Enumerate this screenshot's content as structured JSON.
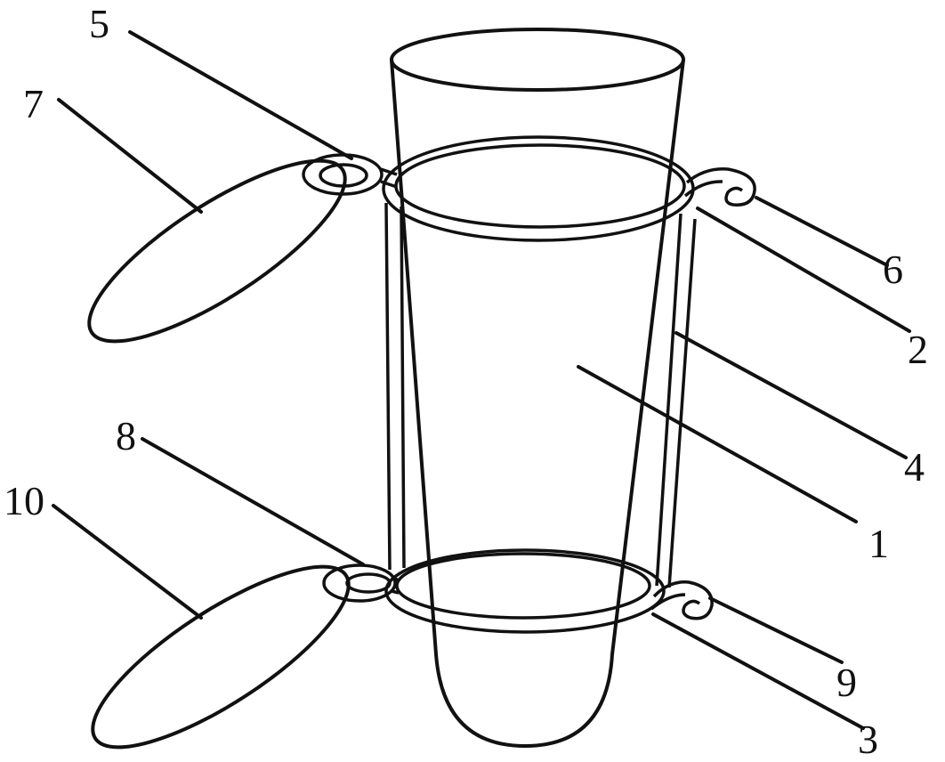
{
  "figure": {
    "callouts": [
      {
        "id": "c5",
        "label": "5"
      },
      {
        "id": "c7",
        "label": "7"
      },
      {
        "id": "c6",
        "label": "6"
      },
      {
        "id": "c2",
        "label": "2"
      },
      {
        "id": "c4",
        "label": "4"
      },
      {
        "id": "c1",
        "label": "1"
      },
      {
        "id": "c8",
        "label": "8"
      },
      {
        "id": "c10",
        "label": "10"
      },
      {
        "id": "c9",
        "label": "9"
      },
      {
        "id": "c3",
        "label": "3"
      }
    ]
  }
}
